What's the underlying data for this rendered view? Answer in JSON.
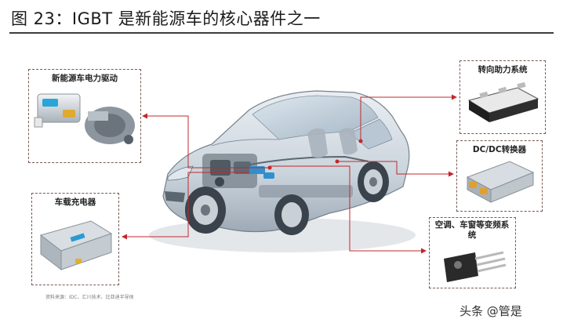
{
  "title": "图 23：IGBT 是新能源车的核心器件之一",
  "components": {
    "ev_drive": "新能源车电力驱动",
    "onboard_charger": "车载充电器",
    "power_steering": "转向助力系统",
    "dcdc_converter": "DC/DC转换器",
    "ac_window_inverter": "空调、车窗等变频系统"
  },
  "source": "资料来源：IDC、汇川技术、比亚迪半导体",
  "watermark": "头条 @管是",
  "colors": {
    "connector_line": "#c0282d",
    "box_border": "#7a5a55",
    "title_rule": "#3d3d3d"
  }
}
